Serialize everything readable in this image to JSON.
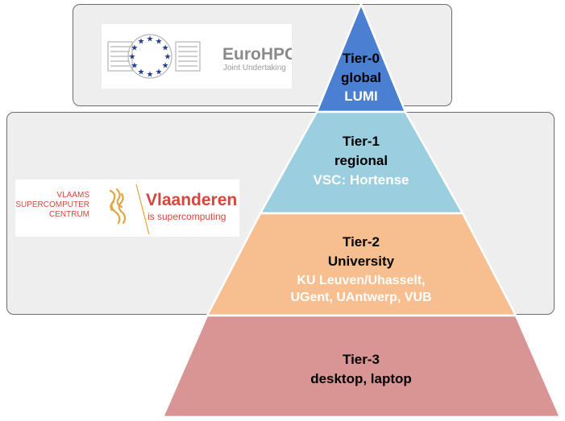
{
  "logos": {
    "eurohpc": {
      "title": "EuroHPC",
      "subtitle": "Joint Undertaking"
    },
    "vsc": {
      "left_lines": [
        "VLAAMS",
        "SUPERCOMPUTER",
        "CENTRUM"
      ],
      "title": "Vlaanderen",
      "subtitle": "is supercomputing"
    }
  },
  "tiers": [
    {
      "name": "Tier-0",
      "scope": "global",
      "detail": [
        "LUMI"
      ],
      "fill": "#4a7fd2"
    },
    {
      "name": "Tier-1",
      "scope": "regional",
      "detail": [
        "VSC: Hortense"
      ],
      "fill": "#9bcfe0"
    },
    {
      "name": "Tier-2",
      "scope": "University",
      "detail": [
        "KU Leuven/Uhasselt,",
        "UGent, UAntwerp, VUB"
      ],
      "fill": "#f7be90"
    },
    {
      "name": "Tier-3",
      "scope": "desktop, laptop",
      "detail": [],
      "fill": "#d99594"
    }
  ],
  "colors": {
    "panel": "#eeeeee",
    "eu_blue": "#233d8f",
    "eu_star": "#233d8f",
    "vsc_red": "#d9443c",
    "vsc_gold": "#e2a640",
    "eurohpc_gray": "#8a8a8a"
  }
}
